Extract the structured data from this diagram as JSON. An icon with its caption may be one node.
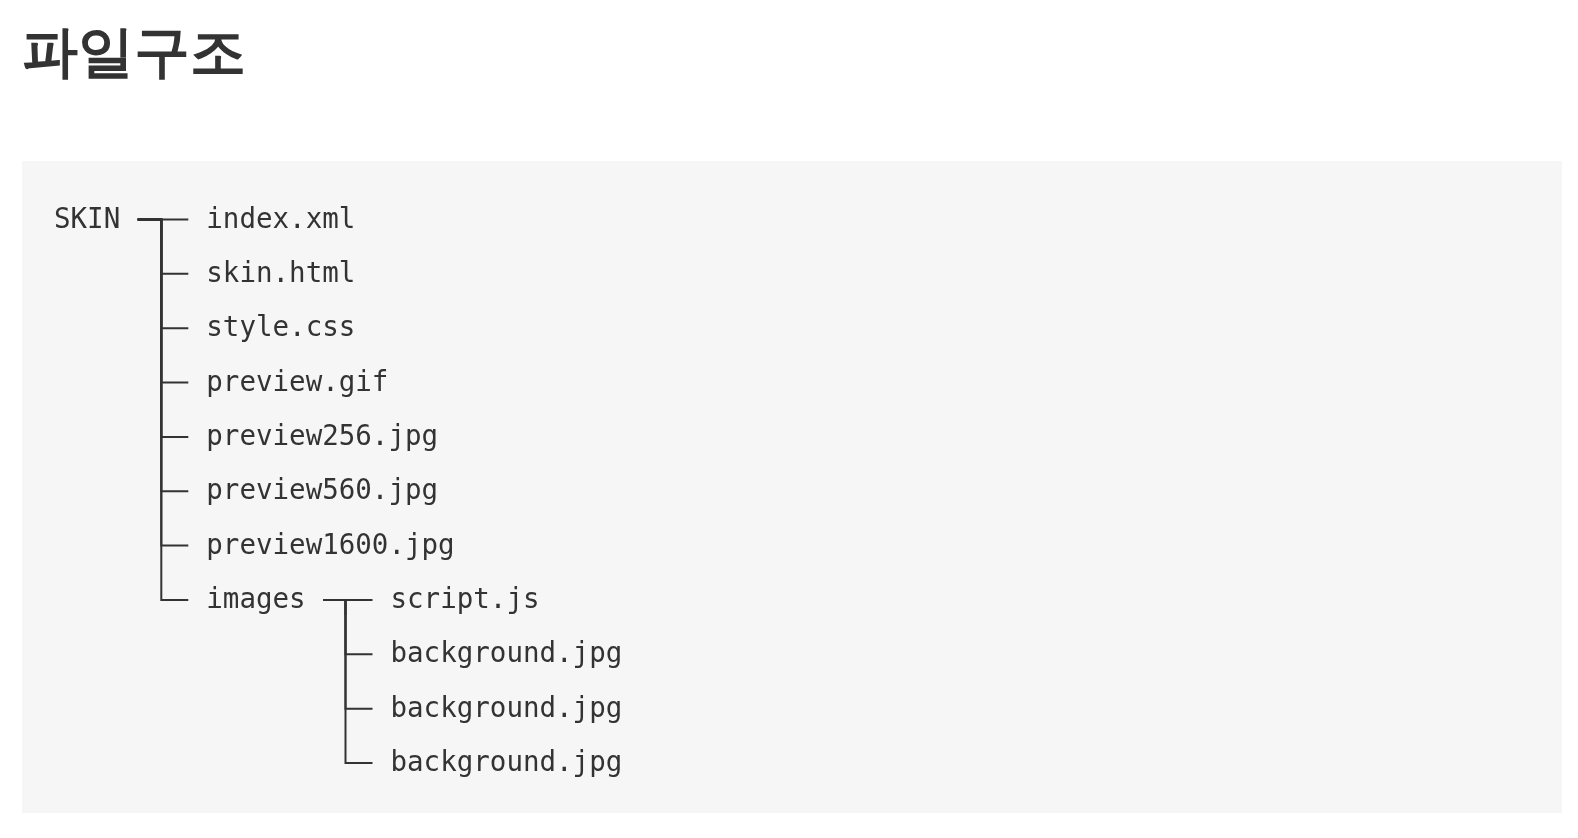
{
  "diagram": {
    "title": "파일구조",
    "nodes": [
      {
        "text": [],
        "shape": "box"
      },
      {
        "text": [
          "SKIN"
        ],
        "in": 0
      },
      {
        "text": [
          "index.xml"
        ],
        "in": 0
      },
      {
        "text": [
          "skin.html"
        ],
        "in": 0
      },
      {
        "text": [
          "style.css"
        ],
        "in": 0
      },
      {
        "text": [
          "preview.gif"
        ],
        "in": 0
      },
      {
        "text": [
          "preview256.jpg"
        ],
        "in": 0
      },
      {
        "text": [
          "preview560.jpg"
        ],
        "in": 0
      },
      {
        "text": [
          "preview1600.jpg"
        ],
        "in": 0
      },
      {
        "text": [
          "images"
        ],
        "in": 0
      },
      {
        "text": [
          "script.js"
        ],
        "in": 0
      },
      {
        "text": [
          "background.jpg"
        ],
        "in": 0
      },
      {
        "text": [
          "background.jpg"
        ],
        "in": 0
      },
      {
        "text": [
          "background.jpg"
        ],
        "in": 0
      }
    ],
    "edges": [
      {
        "from": 1,
        "to": 2,
        "arrow": "none"
      },
      {
        "from": 1,
        "to": 3,
        "arrow": "none"
      },
      {
        "from": 1,
        "to": 4,
        "arrow": "none"
      },
      {
        "from": 1,
        "to": 5,
        "arrow": "none"
      },
      {
        "from": 1,
        "to": 6,
        "arrow": "none"
      },
      {
        "from": 1,
        "to": 7,
        "arrow": "none"
      },
      {
        "from": 1,
        "to": 8,
        "arrow": "none"
      },
      {
        "from": 1,
        "to": 9,
        "arrow": "none"
      },
      {
        "from": 9,
        "to": 10,
        "arrow": "none"
      },
      {
        "from": 9,
        "to": 11,
        "arrow": "none"
      },
      {
        "from": 9,
        "to": 12,
        "arrow": "none"
      },
      {
        "from": 9,
        "to": 13,
        "arrow": "none"
      }
    ]
  }
}
